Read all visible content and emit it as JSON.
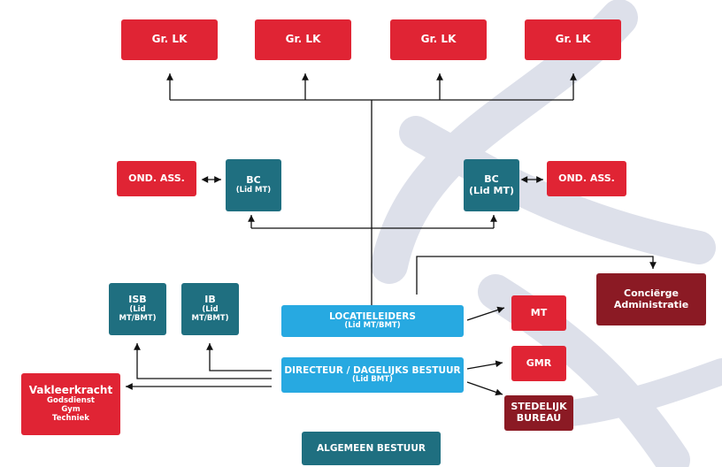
{
  "groups": [
    {
      "label": "Gr. LK"
    },
    {
      "label": "Gr. LK"
    },
    {
      "label": "Gr. LK"
    },
    {
      "label": "Gr. LK"
    }
  ],
  "ond_ass_left": "OND. ASS.",
  "ond_ass_right": "OND. ASS.",
  "bc_left": {
    "title": "BC",
    "sub": "(Lid MT)"
  },
  "bc_right": {
    "title": "BC",
    "sub": "(Lid MT)"
  },
  "isb": {
    "title": "ISB",
    "sub1": "(Lid",
    "sub2": "MT/BMT)"
  },
  "ib": {
    "title": "IB",
    "sub1": "(Lid",
    "sub2": "MT/BMT)"
  },
  "locatieleiders": {
    "title": "LOCATIELEIDERS",
    "sub": "(Lid MT/BMT)"
  },
  "directeur": {
    "title": "DIRECTEUR / DAGELIJKS BESTUUR",
    "sub": "(Lid BMT)"
  },
  "mt": "MT",
  "gmr": "GMR",
  "stedelijk": {
    "line1": "STEDELIJK",
    "line2": "BUREAU"
  },
  "concierge": {
    "line1": "Conciërge",
    "line2": "Administratie"
  },
  "vakleerkracht": {
    "title": "Vakleerkracht",
    "items": [
      "Godsdienst",
      "Gym",
      "Techniek"
    ]
  },
  "algemeen": "ALGEMEEN BESTUUR",
  "colors": {
    "red": "#e02434",
    "teal": "#1f6f80",
    "cyan": "#27a9e1",
    "dark_red": "#8b1a24",
    "watermark": "#dde0ea",
    "line": "#111111"
  }
}
